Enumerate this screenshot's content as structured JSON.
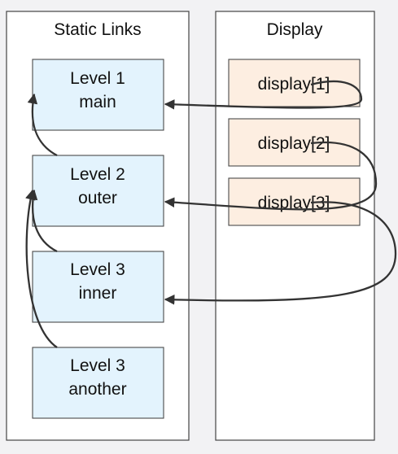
{
  "columns": {
    "static_links": {
      "title": "Static Links"
    },
    "display": {
      "title": "Display"
    }
  },
  "levels": [
    {
      "line1": "Level 1",
      "line2": "main"
    },
    {
      "line1": "Level 2",
      "line2": "outer"
    },
    {
      "line1": "Level 3",
      "line2": "inner"
    },
    {
      "line1": "Level 3",
      "line2": "another"
    }
  ],
  "display_entries": [
    {
      "label": "display[1]"
    },
    {
      "label": "display[2]"
    },
    {
      "label": "display[3]"
    }
  ],
  "colors": {
    "level_fill": "#e3f3fd",
    "display_fill": "#fdeee1",
    "panel_fill": "#ffffff",
    "arrow": "#333333",
    "background": "#f2f2f4"
  }
}
